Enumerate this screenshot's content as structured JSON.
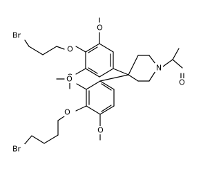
{
  "molecule": {
    "atom_labels": {
      "oxygen": "O",
      "nitrogen": "N",
      "bromine": "Br"
    },
    "colors": {
      "bond": "#000000",
      "text": "#000000",
      "background": "#ffffff"
    }
  }
}
